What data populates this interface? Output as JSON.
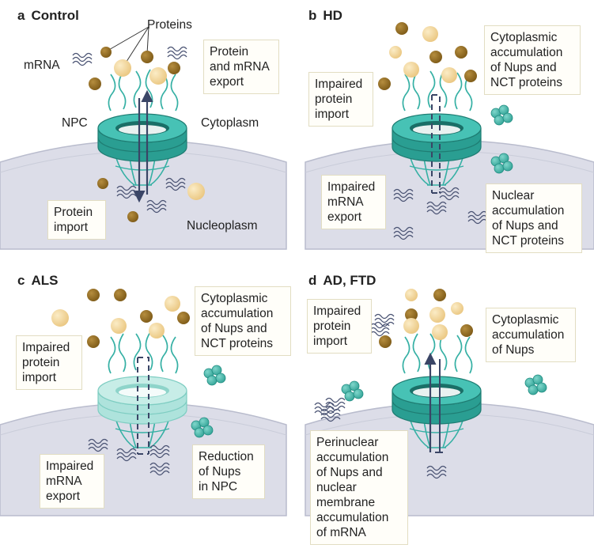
{
  "colors": {
    "nucleus_fill": "#dcdde8",
    "nucleus_line": "#b9bccd",
    "npc_teal": "#35b0a4",
    "npc_dark": "#1f8b80",
    "npc_faded": "#a9e0d9",
    "protein_light": "#f2d395",
    "protein_dark": "#8e6a22",
    "arrow": "#3a4566",
    "label_box_border": "#e2ddc2"
  },
  "icons": [
    "protein-dot-icon",
    "mrna-squiggle-icon",
    "nup-cluster-icon",
    "npc-ring-icon"
  ],
  "panels": {
    "a": {
      "letter": "a",
      "title": "Control",
      "labels": {
        "proteins": "Proteins",
        "mrna": "mRNA",
        "npc": "NPC",
        "cytoplasm": "Cytoplasm",
        "nucleoplasm": "Nucleoplasm"
      },
      "boxes": {
        "export": "Protein\nand mRNA\nexport",
        "import": "Protein\nimport"
      }
    },
    "b": {
      "letter": "b",
      "title": "HD",
      "boxes": {
        "impaired_import": "Impaired\nprotein\nimport",
        "cyto_accum": "Cytoplasmic\naccumulation\nof Nups and\nNCT proteins",
        "impaired_export": "Impaired\nmRNA\nexport",
        "nuclear_accum": "Nuclear\naccumulation\nof Nups and\nNCT proteins"
      }
    },
    "c": {
      "letter": "c",
      "title": "ALS",
      "boxes": {
        "cyto_accum": "Cytoplasmic\naccumulation\nof Nups and\nNCT proteins",
        "impaired_import": "Impaired\nprotein\nimport",
        "impaired_export": "Impaired\nmRNA\nexport",
        "reduction": "Reduction\nof Nups\nin NPC"
      }
    },
    "d": {
      "letter": "d",
      "title": "AD, FTD",
      "boxes": {
        "impaired_import": "Impaired\nprotein\nimport",
        "cyto_accum": "Cytoplasmic\naccumulation\nof Nups",
        "perinuclear": "Perinuclear\naccumulation\nof Nups and\nnuclear\nmembrane\naccumulation\nof mRNA"
      }
    }
  }
}
